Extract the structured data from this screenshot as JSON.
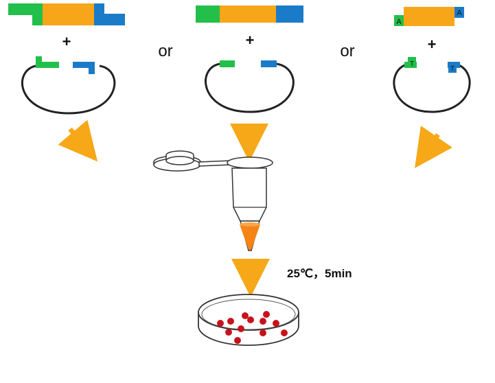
{
  "labels": {
    "plus": "+",
    "or": "or",
    "incubation": "25℃，5min",
    "a_overhang": "A",
    "t_overhang": "T"
  },
  "colors": {
    "green": "#22bf4a",
    "orange": "#f7a619",
    "blue": "#1a7bc8",
    "arrow": "#f6a818",
    "outline": "#222222",
    "tube_liquid": "#f58417",
    "colony": "#c8121b"
  },
  "petri_dish": {
    "colony_count": 12
  }
}
